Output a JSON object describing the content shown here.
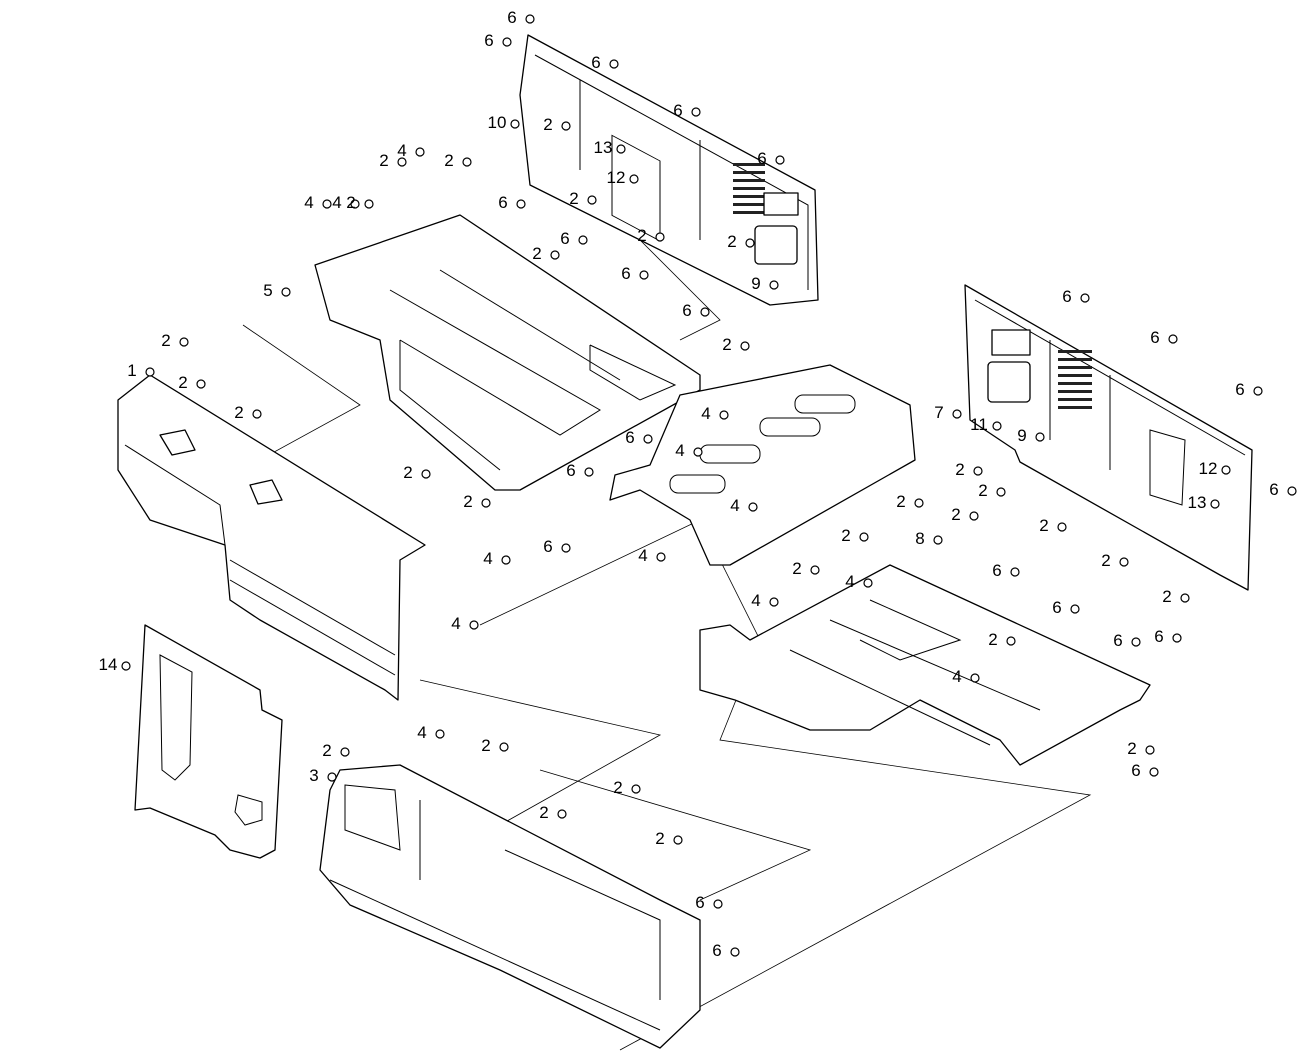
{
  "diagram_title": "",
  "callouts": [
    "6",
    "6",
    "6",
    "10",
    "6",
    "2",
    "13",
    "6",
    "12",
    "2",
    "2",
    "2",
    "9",
    "2",
    "4",
    "2",
    "4",
    "4",
    "2",
    "6",
    "2",
    "6",
    "5",
    "6",
    "6",
    "2",
    "4",
    "6",
    "4",
    "6",
    "6",
    "2",
    "1",
    "2",
    "2",
    "2",
    "2",
    "4",
    "4",
    "4",
    "14",
    "6",
    "6",
    "6",
    "7",
    "11",
    "9",
    "12",
    "2",
    "2",
    "13",
    "6",
    "2",
    "2",
    "2",
    "2",
    "2",
    "4",
    "2",
    "4",
    "2",
    "8",
    "6",
    "4",
    "4",
    "6",
    "2",
    "6",
    "6",
    "4",
    "2",
    "6",
    "2",
    "2",
    "3",
    "2",
    "2",
    "2",
    "6",
    "6"
  ]
}
